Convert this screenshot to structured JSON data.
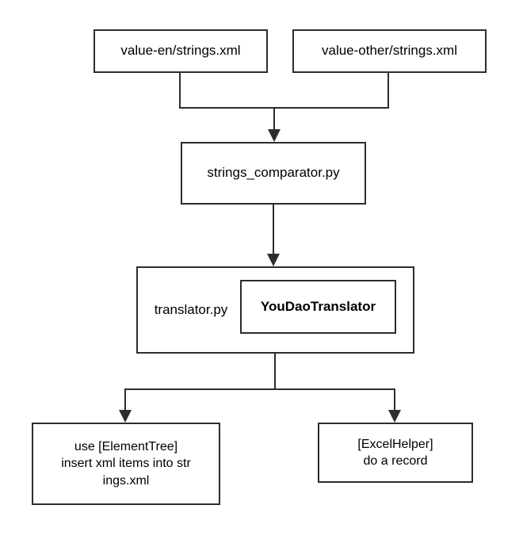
{
  "diagram": {
    "background": "#ffffff",
    "line_color": "#2d2d2d",
    "text_color": "#000000",
    "nodes": {
      "value_en": {
        "label": "value-en/strings.xml"
      },
      "value_other": {
        "label": "value-other/strings.xml"
      },
      "comparator": {
        "label": "strings_comparator.py"
      },
      "translator": {
        "label": "translator.py"
      },
      "youdao": {
        "label": "YouDaoTranslator"
      },
      "elementtree": {
        "lines": [
          "use [ElementTree]",
          "insert xml items into str",
          "ings.xml"
        ]
      },
      "excelhelper": {
        "lines": [
          "[ExcelHelper]",
          "do a record"
        ]
      }
    }
  }
}
